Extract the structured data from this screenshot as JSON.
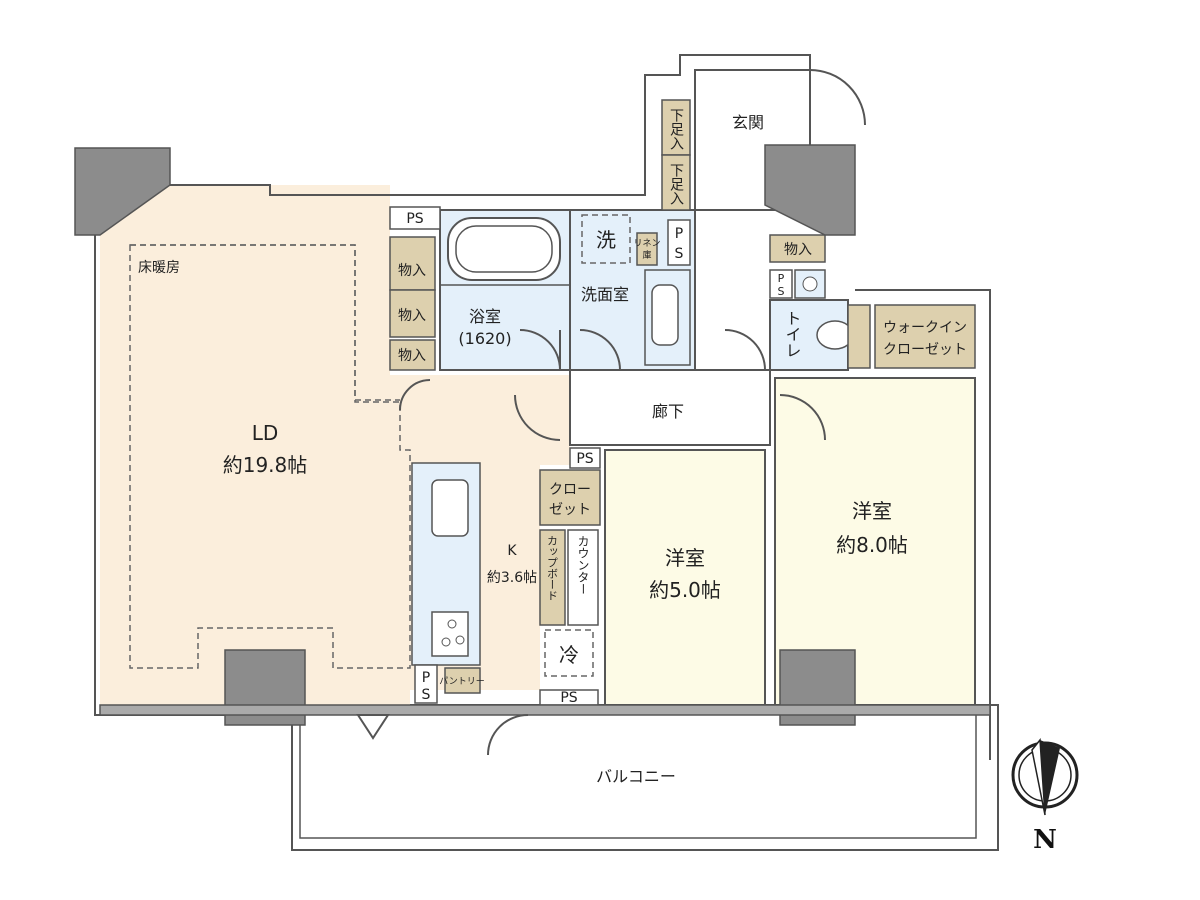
{
  "colors": {
    "living": "#fbeedc",
    "water": "#e4f0fa",
    "storage": "#ddd0ae",
    "bedroom": "#fdfbe6",
    "wall": "#8c8c8c"
  },
  "rooms": {
    "floor_heating": "床暖房",
    "ld_name": "LD",
    "ld_size": "約19.8帖",
    "kitchen_name": "K",
    "kitchen_size": "約3.6帖",
    "bath_name": "浴室",
    "bath_size": "(1620)",
    "washroom": "洗面室",
    "washer": "洗",
    "linen": [
      "リネン",
      "庫"
    ],
    "hallway": "廊下",
    "entrance": "玄関",
    "shoe_storage": [
      "下足入",
      "下足入"
    ],
    "toilet": "トイレ",
    "walk_in_closet": [
      "ウォークイン",
      "クローゼット"
    ],
    "storage": [
      "物入",
      "物入",
      "物入",
      "物入"
    ],
    "closet": [
      "クロー",
      "ゼット"
    ],
    "cupboard": "カップボード",
    "counter": "カウンター",
    "fridge": "冷",
    "pantry": "パントリー",
    "western_room_1": {
      "name": "洋室",
      "size": "約5.0帖"
    },
    "western_room_2": {
      "name": "洋室",
      "size": "約8.0帖"
    },
    "balcony": "バルコニー",
    "ps": "PS",
    "ps_p": "P",
    "ps_s": "S"
  },
  "compass": {
    "label": "N"
  }
}
